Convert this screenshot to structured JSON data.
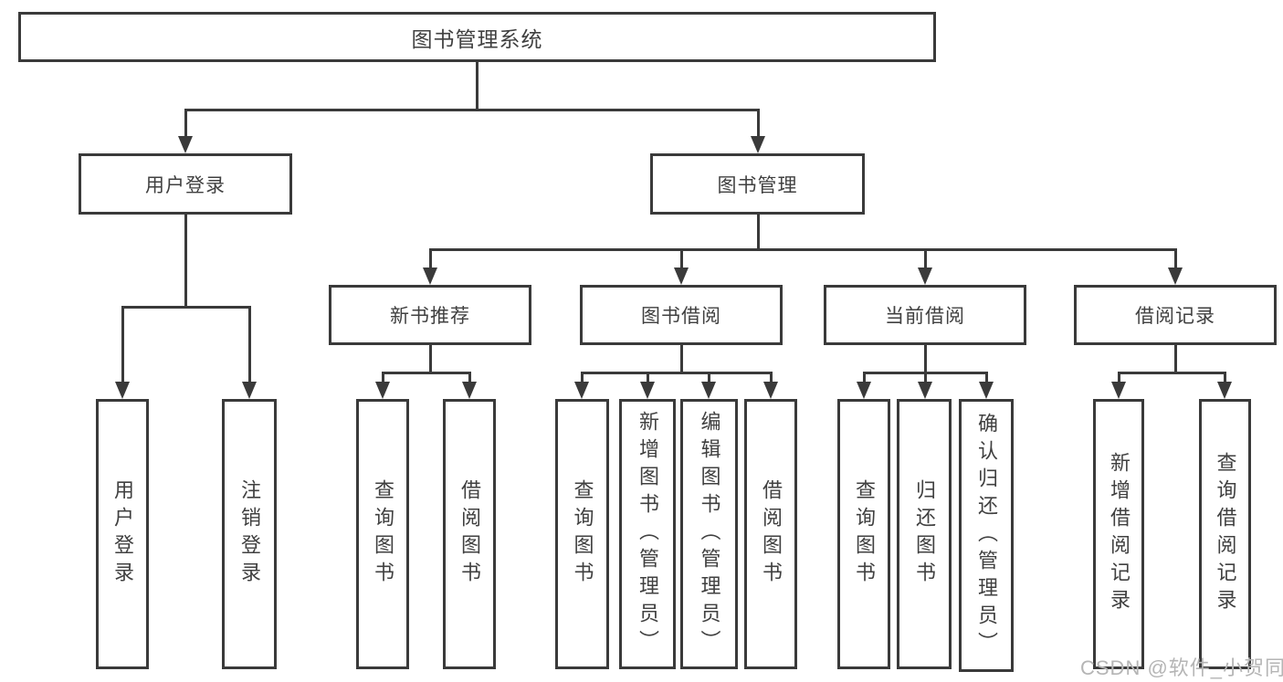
{
  "tree": {
    "root": {
      "label": "图书管理系统",
      "children": [
        {
          "label": "用户登录",
          "children": [
            {
              "label": "用户登录"
            },
            {
              "label": "注销登录"
            }
          ]
        },
        {
          "label": "图书管理",
          "children": [
            {
              "label": "新书推荐",
              "children": [
                {
                  "label": "查询图书"
                },
                {
                  "label": "借阅图书"
                }
              ]
            },
            {
              "label": "图书借阅",
              "children": [
                {
                  "label": "查询图书"
                },
                {
                  "label": "新增图书（管理员）"
                },
                {
                  "label": "编辑图书（管理员）"
                },
                {
                  "label": "借阅图书"
                }
              ]
            },
            {
              "label": "当前借阅",
              "children": [
                {
                  "label": "查询图书"
                },
                {
                  "label": "归还图书"
                },
                {
                  "label": "确认归还（管理员）"
                }
              ]
            },
            {
              "label": "借阅记录",
              "children": [
                {
                  "label": "新增借阅记录"
                },
                {
                  "label": "查询借阅记录"
                }
              ]
            }
          ]
        }
      ]
    }
  },
  "watermark": {
    "text": "CSDN @软件_小贺同学"
  },
  "colors": {
    "line": "#3a3a3a",
    "text": "#404040",
    "box_fill": "#ffffff",
    "watermark": "#b5b5b5",
    "background": "#ffffff"
  }
}
